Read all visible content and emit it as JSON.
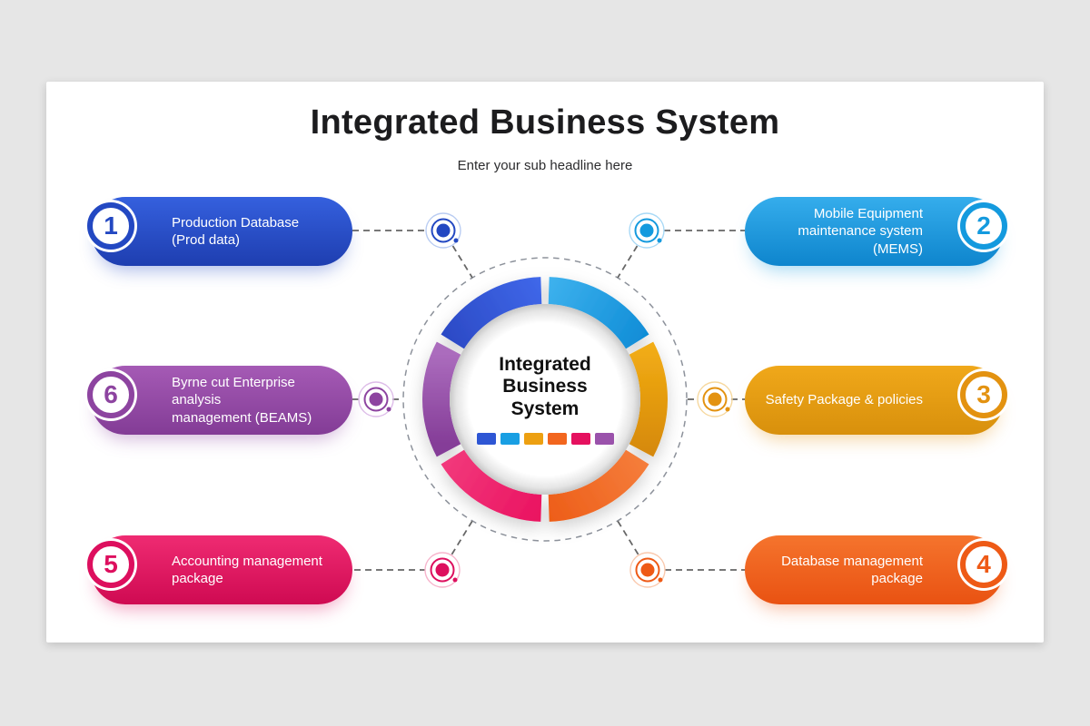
{
  "header": {
    "title": "Integrated Business System",
    "subtitle": "Enter your sub headline here"
  },
  "center": {
    "label": "Integrated\nBusiness\nSystem",
    "legend_colors": [
      "#2e56d4",
      "#199fe3",
      "#eda011",
      "#f2661e",
      "#e5115f",
      "#9a52ab"
    ]
  },
  "items": [
    {
      "number": "1",
      "title": "Production Database\n(Prod data)",
      "color": "#2348c2",
      "grad_light": "#3560de",
      "grad_dark": "#1e3eb0",
      "seg_a": "#2b49c4",
      "seg_b": "#4068ea",
      "dot_faint": "#b9ccf2",
      "shadow": "rgba(35,72,194,0.40)"
    },
    {
      "number": "2",
      "title": "Mobile Equipment\nmaintenance system (MEMS)",
      "color": "#149ade",
      "grad_light": "#35adec",
      "grad_dark": "#0e85cd",
      "seg_a": "#3eb2ee",
      "seg_b": "#0f8cd6",
      "dot_faint": "#a8d9f6",
      "shadow": "rgba(20,154,222,0.40)"
    },
    {
      "number": "3",
      "title": "Safety Package & policies",
      "color": "#e39210",
      "grad_light": "#f0a81a",
      "grad_dark": "#d8900c",
      "seg_a": "#f3ae14",
      "seg_b": "#d5880b",
      "dot_faint": "#f6d89e",
      "shadow": "rgba(227,146,16,0.40)"
    },
    {
      "number": "4",
      "title": "Database management\npackage",
      "color": "#ee5a16",
      "grad_light": "#f5742d",
      "grad_dark": "#e95212",
      "seg_a": "#f57e3c",
      "seg_b": "#ed5d18",
      "dot_faint": "#fac9ad",
      "shadow": "rgba(238,90,22,0.40)"
    },
    {
      "number": "5",
      "title": "Accounting management\npackage",
      "color": "#dd0f5e",
      "grad_light": "#ef2b72",
      "grad_dark": "#cf0a52",
      "seg_a": "#ea1260",
      "seg_b": "#f23a7c",
      "dot_faint": "#f7b4cc",
      "shadow": "rgba(221,15,94,0.40)"
    },
    {
      "number": "6",
      "title": "Byrne cut Enterprise analysis\nmanagement (BEAMS)",
      "color": "#8d44a0",
      "grad_light": "#a55ab5",
      "grad_dark": "#833c96",
      "seg_a": "#853d98",
      "seg_b": "#ab6cbd",
      "dot_faint": "#ddbce8",
      "shadow": "rgba(141,68,160,0.40)"
    }
  ]
}
